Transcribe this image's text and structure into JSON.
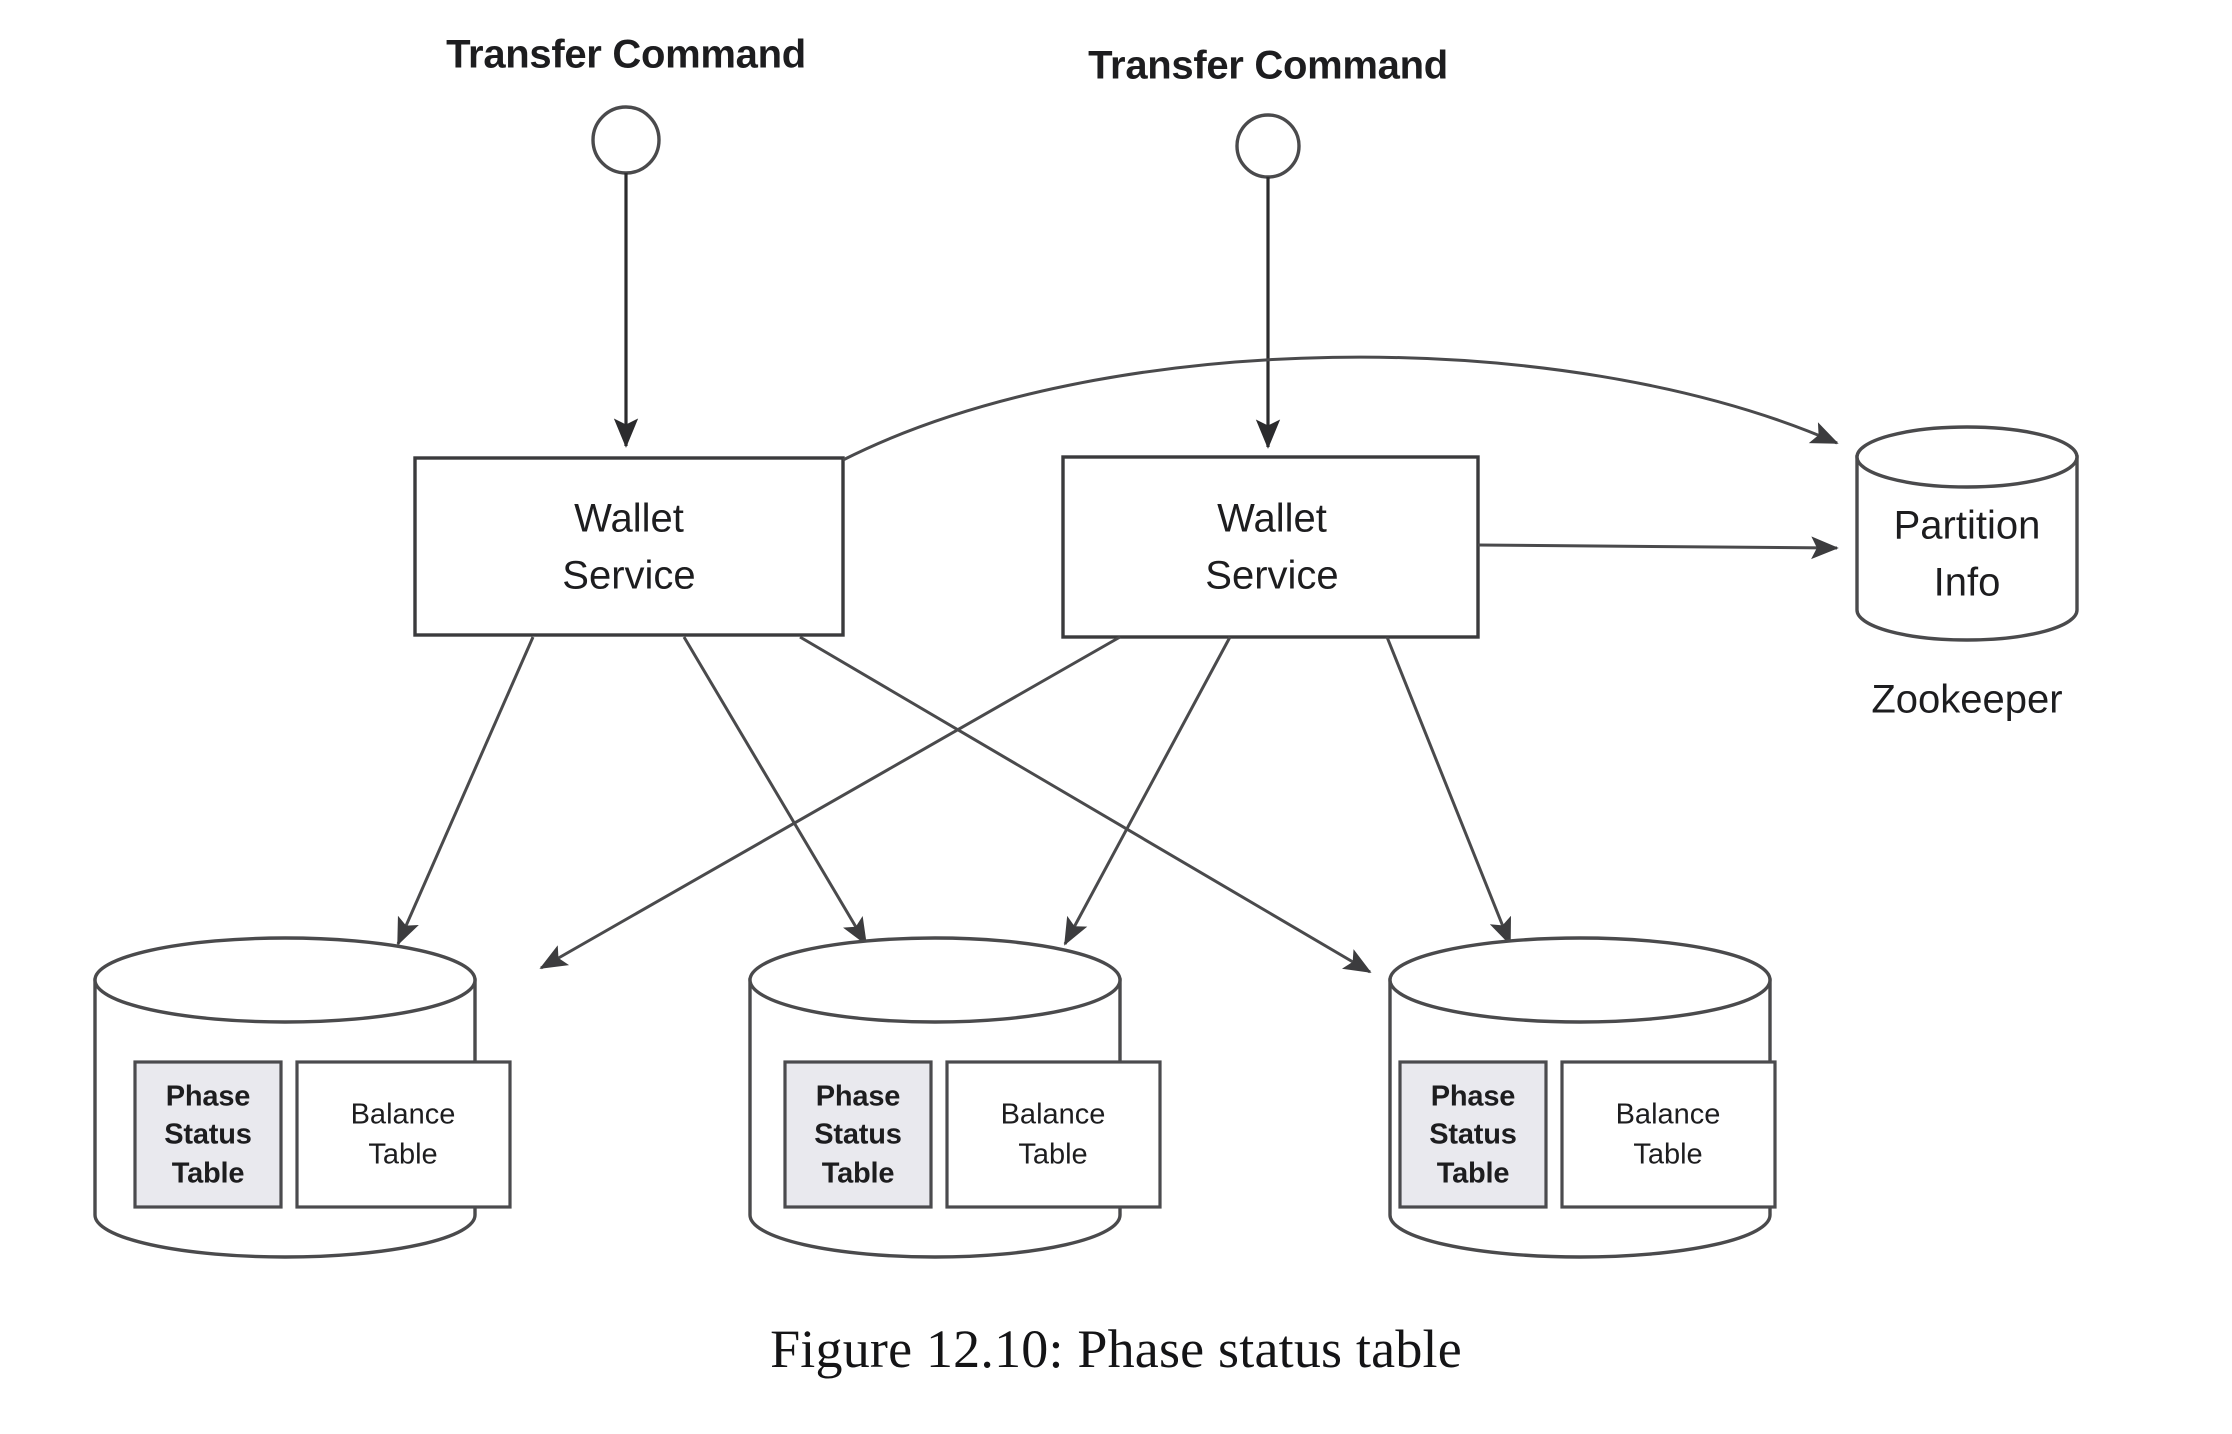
{
  "figure": {
    "caption": "Figure 12.10: Phase status table",
    "background_color": "#ffffff",
    "line_color": "#4a4a4c",
    "text_color": "#1d1d1f",
    "shaded_fill": "#e9e9ee"
  },
  "commands": [
    {
      "label": "Transfer Command",
      "icon": "circle-node"
    },
    {
      "label": "Transfer Command",
      "icon": "circle-node"
    }
  ],
  "services": [
    {
      "line1": "Wallet",
      "line2": "Service"
    },
    {
      "line1": "Wallet",
      "line2": "Service"
    }
  ],
  "zookeeper": {
    "store_line1": "Partition",
    "store_line2": "Info",
    "caption": "Zookeeper"
  },
  "databases": [
    {
      "phase_table": {
        "line1": "Phase",
        "line2": "Status",
        "line3": "Table"
      },
      "balance_table": {
        "line1": "Balance",
        "line2": "Table"
      }
    },
    {
      "phase_table": {
        "line1": "Phase",
        "line2": "Status",
        "line3": "Table"
      },
      "balance_table": {
        "line1": "Balance",
        "line2": "Table"
      }
    },
    {
      "phase_table": {
        "line1": "Phase",
        "line2": "Status",
        "line3": "Table"
      },
      "balance_table": {
        "line1": "Balance",
        "line2": "Table"
      }
    }
  ],
  "edges": {
    "command_to_service": 2,
    "service_to_zookeeper": 2,
    "service_to_database": 6
  }
}
